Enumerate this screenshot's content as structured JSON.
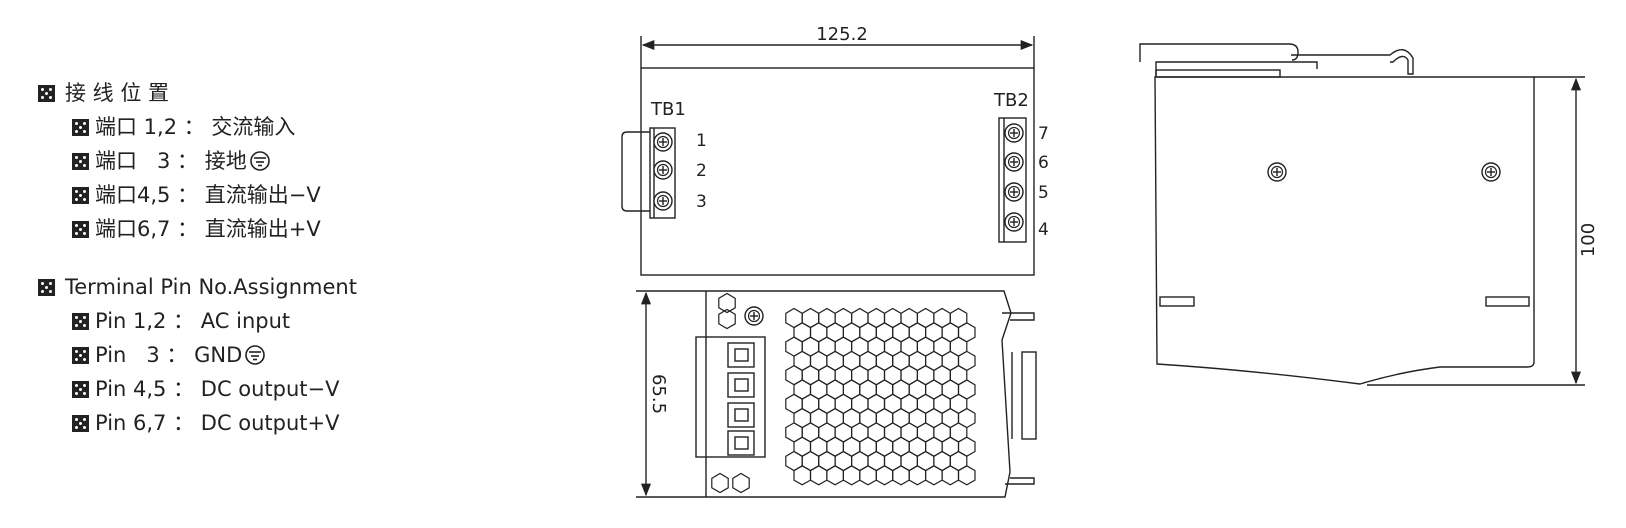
{
  "legend_cn": {
    "heading": "接 线 位 置",
    "items": [
      {
        "label": "端口 1,2 ： 交流输入"
      },
      {
        "label": "端口   3 ： 接地"
      },
      {
        "label": "端口4,5 ： 直流输出−V"
      },
      {
        "label": "端口6,7 ： 直流输出+V"
      }
    ]
  },
  "legend_en": {
    "heading": "Terminal Pin No.Assignment",
    "items": [
      {
        "label": "Pin 1,2 ： AC input"
      },
      {
        "label": "Pin   3 ： GND"
      },
      {
        "label": "Pin 4,5 ： DC output−V"
      },
      {
        "label": "Pin 6,7 ： DC output+V"
      }
    ]
  },
  "front_view": {
    "width_dim": "125.2",
    "tb1_label": "TB1",
    "tb2_label": "TB2",
    "tb1_pins": [
      "1",
      "2",
      "3"
    ],
    "tb2_pins": [
      "7",
      "6",
      "5",
      "4"
    ]
  },
  "top_view": {
    "depth_dim": "65.5"
  },
  "side_view": {
    "height_dim": "100"
  }
}
